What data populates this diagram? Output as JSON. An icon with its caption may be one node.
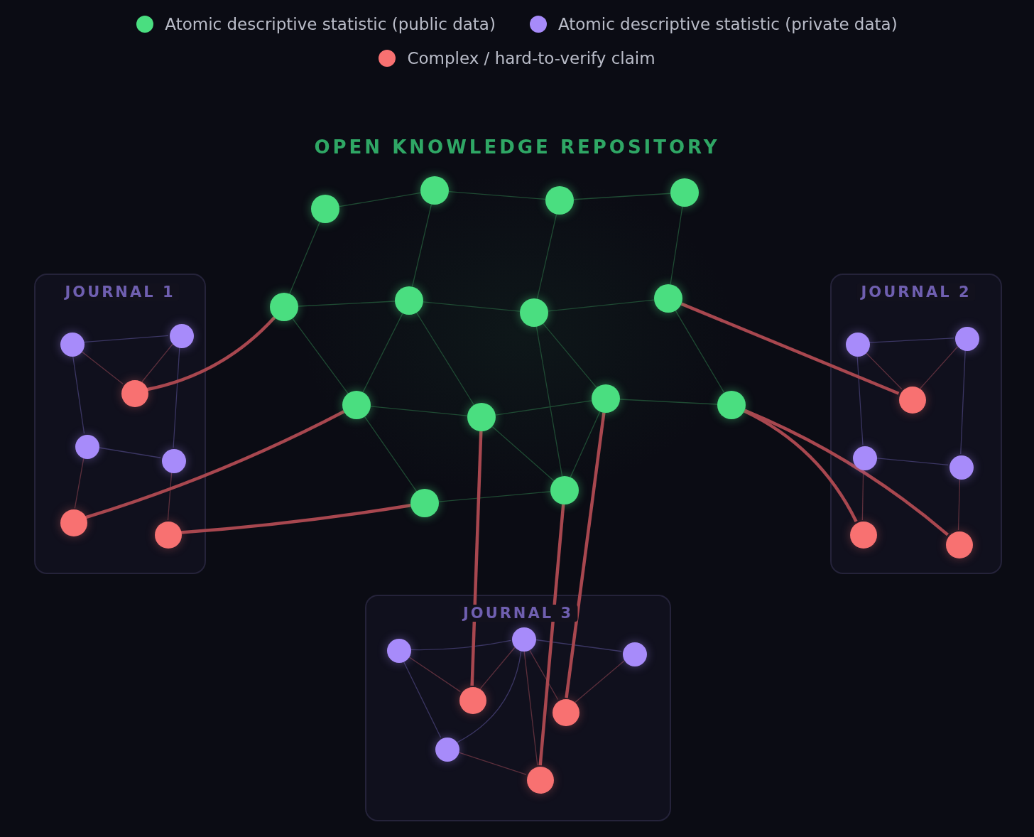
{
  "diagram": {
    "title": "OPEN KNOWLEDGE REPOSITORY",
    "nodes": [
      {
        "text": [],
        "shape": "circle"
      },
      {
        "text": [],
        "shape": "circle"
      },
      {
        "text": [],
        "shape": "circle"
      },
      {
        "text": [],
        "shape": "circle"
      },
      {
        "text": [],
        "shape": "circle"
      },
      {
        "text": [],
        "shape": "circle"
      },
      {
        "text": [],
        "shape": "circle"
      },
      {
        "text": [],
        "shape": "circle"
      },
      {
        "text": [],
        "shape": "circle"
      },
      {
        "text": [],
        "shape": "circle"
      },
      {
        "text": [],
        "shape": "circle"
      },
      {
        "text": [],
        "shape": "circle"
      },
      {
        "text": [],
        "shape": "circle"
      },
      {
        "text": [],
        "shape": "circle"
      },
      {
        "text": [
          "JOURNAL 1"
        ]
      },
      {
        "text": [],
        "shape": "circle",
        "in": 14
      },
      {
        "text": [],
        "shape": "circle",
        "in": 14
      },
      {
        "text": [],
        "shape": "circle",
        "in": 14
      },
      {
        "text": [],
        "shape": "circle",
        "in": 14
      },
      {
        "text": [],
        "shape": "circle",
        "in": 14
      },
      {
        "text": [],
        "shape": "circle",
        "in": 14
      },
      {
        "text": [],
        "shape": "circle",
        "in": 14
      },
      {
        "text": [
          "JOURNAL 2"
        ]
      },
      {
        "text": [],
        "shape": "circle",
        "in": 22
      },
      {
        "text": [],
        "shape": "circle",
        "in": 22
      },
      {
        "text": [],
        "shape": "circle",
        "in": 22
      },
      {
        "text": [],
        "shape": "circle",
        "in": 22
      },
      {
        "text": [],
        "shape": "circle",
        "in": 22
      },
      {
        "text": [],
        "shape": "circle",
        "in": 22
      },
      {
        "text": [],
        "shape": "circle",
        "in": 22
      },
      {
        "text": [
          "JOURNAL 3"
        ]
      },
      {
        "text": [],
        "shape": "circle",
        "in": 30
      },
      {
        "text": [],
        "shape": "circle",
        "in": 30
      },
      {
        "text": [],
        "shape": "circle",
        "in": 30
      },
      {
        "text": [],
        "shape": "circle",
        "in": 30
      },
      {
        "text": [],
        "shape": "circle",
        "in": 30
      },
      {
        "text": [],
        "shape": "circle",
        "in": 30
      },
      {
        "text": [],
        "shape": "circle",
        "in": 30
      }
    ],
    "edges": [
      {
        "from": 0,
        "to": 1,
        "arrow": "none"
      },
      {
        "from": 1,
        "to": 2,
        "arrow": "none"
      },
      {
        "from": 2,
        "to": 3,
        "arrow": "none"
      },
      {
        "from": 0,
        "to": 4,
        "arrow": "none"
      },
      {
        "from": 1,
        "to": 5,
        "arrow": "none"
      },
      {
        "from": 2,
        "to": 6,
        "arrow": "none"
      },
      {
        "from": 3,
        "to": 7,
        "arrow": "none"
      },
      {
        "from": 4,
        "to": 5,
        "arrow": "none"
      },
      {
        "from": 5,
        "to": 6,
        "arrow": "none"
      },
      {
        "from": 6,
        "to": 7,
        "arrow": "none"
      },
      {
        "from": 4,
        "to": 8,
        "arrow": "none"
      },
      {
        "from": 5,
        "to": 8,
        "arrow": "none"
      },
      {
        "from": 5,
        "to": 9,
        "arrow": "none"
      },
      {
        "from": 6,
        "to": 10,
        "arrow": "none"
      },
      {
        "from": 6,
        "to": 13,
        "arrow": "none"
      },
      {
        "from": 7,
        "to": 11,
        "arrow": "none"
      },
      {
        "from": 8,
        "to": 9,
        "arrow": "none"
      },
      {
        "from": 9,
        "to": 10,
        "arrow": "none"
      },
      {
        "from": 10,
        "to": 11,
        "arrow": "none"
      },
      {
        "from": 8,
        "to": 12,
        "arrow": "none"
      },
      {
        "from": 9,
        "to": 13,
        "arrow": "none"
      },
      {
        "from": 10,
        "to": 13,
        "arrow": "none"
      },
      {
        "from": 12,
        "to": 13,
        "arrow": "none"
      },
      {
        "from": 15,
        "to": 16,
        "arrow": "none",
        "color": "#3b3663"
      },
      {
        "from": 15,
        "to": 17,
        "arrow": "none",
        "color": "#5c2f3c"
      },
      {
        "from": 16,
        "to": 17,
        "arrow": "none",
        "color": "#5c2f3c"
      },
      {
        "from": 15,
        "to": 18,
        "arrow": "none",
        "color": "#3b3663"
      },
      {
        "from": 16,
        "to": 19,
        "arrow": "none",
        "color": "#3b3663"
      },
      {
        "from": 18,
        "to": 19,
        "arrow": "none",
        "color": "#3b3663"
      },
      {
        "from": 18,
        "to": 20,
        "arrow": "none",
        "color": "#5c2f3c"
      },
      {
        "from": 19,
        "to": 21,
        "arrow": "none",
        "color": "#5c2f3c"
      },
      {
        "from": 4,
        "to": 17,
        "arrow": "none",
        "style": "thick",
        "color": "#a8474f"
      },
      {
        "from": 8,
        "to": 20,
        "arrow": "none",
        "style": "thick",
        "color": "#a8474f"
      },
      {
        "from": 12,
        "to": 21,
        "arrow": "none",
        "style": "thick",
        "color": "#a8474f"
      },
      {
        "from": 23,
        "to": 24,
        "arrow": "none",
        "color": "#3b3663"
      },
      {
        "from": 23,
        "to": 25,
        "arrow": "none",
        "color": "#5c2f3c"
      },
      {
        "from": 24,
        "to": 25,
        "arrow": "none",
        "color": "#5c2f3c"
      },
      {
        "from": 23,
        "to": 26,
        "arrow": "none",
        "color": "#3b3663"
      },
      {
        "from": 24,
        "to": 27,
        "arrow": "none",
        "color": "#3b3663"
      },
      {
        "from": 26,
        "to": 27,
        "arrow": "none",
        "color": "#3b3663"
      },
      {
        "from": 26,
        "to": 28,
        "arrow": "none",
        "color": "#5c2f3c"
      },
      {
        "from": 27,
        "to": 29,
        "arrow": "none",
        "color": "#5c2f3c"
      },
      {
        "from": 7,
        "to": 25,
        "arrow": "none",
        "style": "thick",
        "color": "#a8474f"
      },
      {
        "from": 11,
        "to": 28,
        "arrow": "none",
        "style": "thick",
        "color": "#a8474f"
      },
      {
        "from": 11,
        "to": 29,
        "arrow": "none",
        "style": "thick",
        "color": "#a8474f"
      },
      {
        "from": 31,
        "to": 32,
        "arrow": "none",
        "color": "#3b3663"
      },
      {
        "from": 32,
        "to": 33,
        "arrow": "none",
        "color": "#3b3663"
      },
      {
        "from": 31,
        "to": 34,
        "arrow": "none",
        "color": "#5c2f3c"
      },
      {
        "from": 32,
        "to": 34,
        "arrow": "none",
        "color": "#5c2f3c"
      },
      {
        "from": 32,
        "to": 35,
        "arrow": "none",
        "color": "#5c2f3c"
      },
      {
        "from": 33,
        "to": 35,
        "arrow": "none",
        "color": "#5c2f3c"
      },
      {
        "from": 31,
        "to": 36,
        "arrow": "none",
        "color": "#3b3663"
      },
      {
        "from": 32,
        "to": 36,
        "arrow": "none",
        "color": "#3b3663"
      },
      {
        "from": 36,
        "to": 37,
        "arrow": "none",
        "color": "#5c2f3c"
      },
      {
        "from": 32,
        "to": 37,
        "arrow": "none",
        "color": "#5c2f3c"
      },
      {
        "from": 9,
        "to": 34,
        "arrow": "none",
        "style": "thick",
        "color": "#a8474f"
      },
      {
        "from": 13,
        "to": 37,
        "arrow": "none",
        "style": "thick",
        "color": "#a8474f"
      },
      {
        "from": 10,
        "to": 35,
        "arrow": "none",
        "style": "thick",
        "color": "#a8474f"
      }
    ],
    "legend": [
      {
        "text": "Atomic descriptive statistic (public data)",
        "color": "#4ade80"
      },
      {
        "text": "Atomic descriptive statistic (private data)",
        "color": "#a78bfa"
      },
      {
        "text": "Complex / hard-to-verify claim",
        "color": "#f87171"
      }
    ]
  }
}
